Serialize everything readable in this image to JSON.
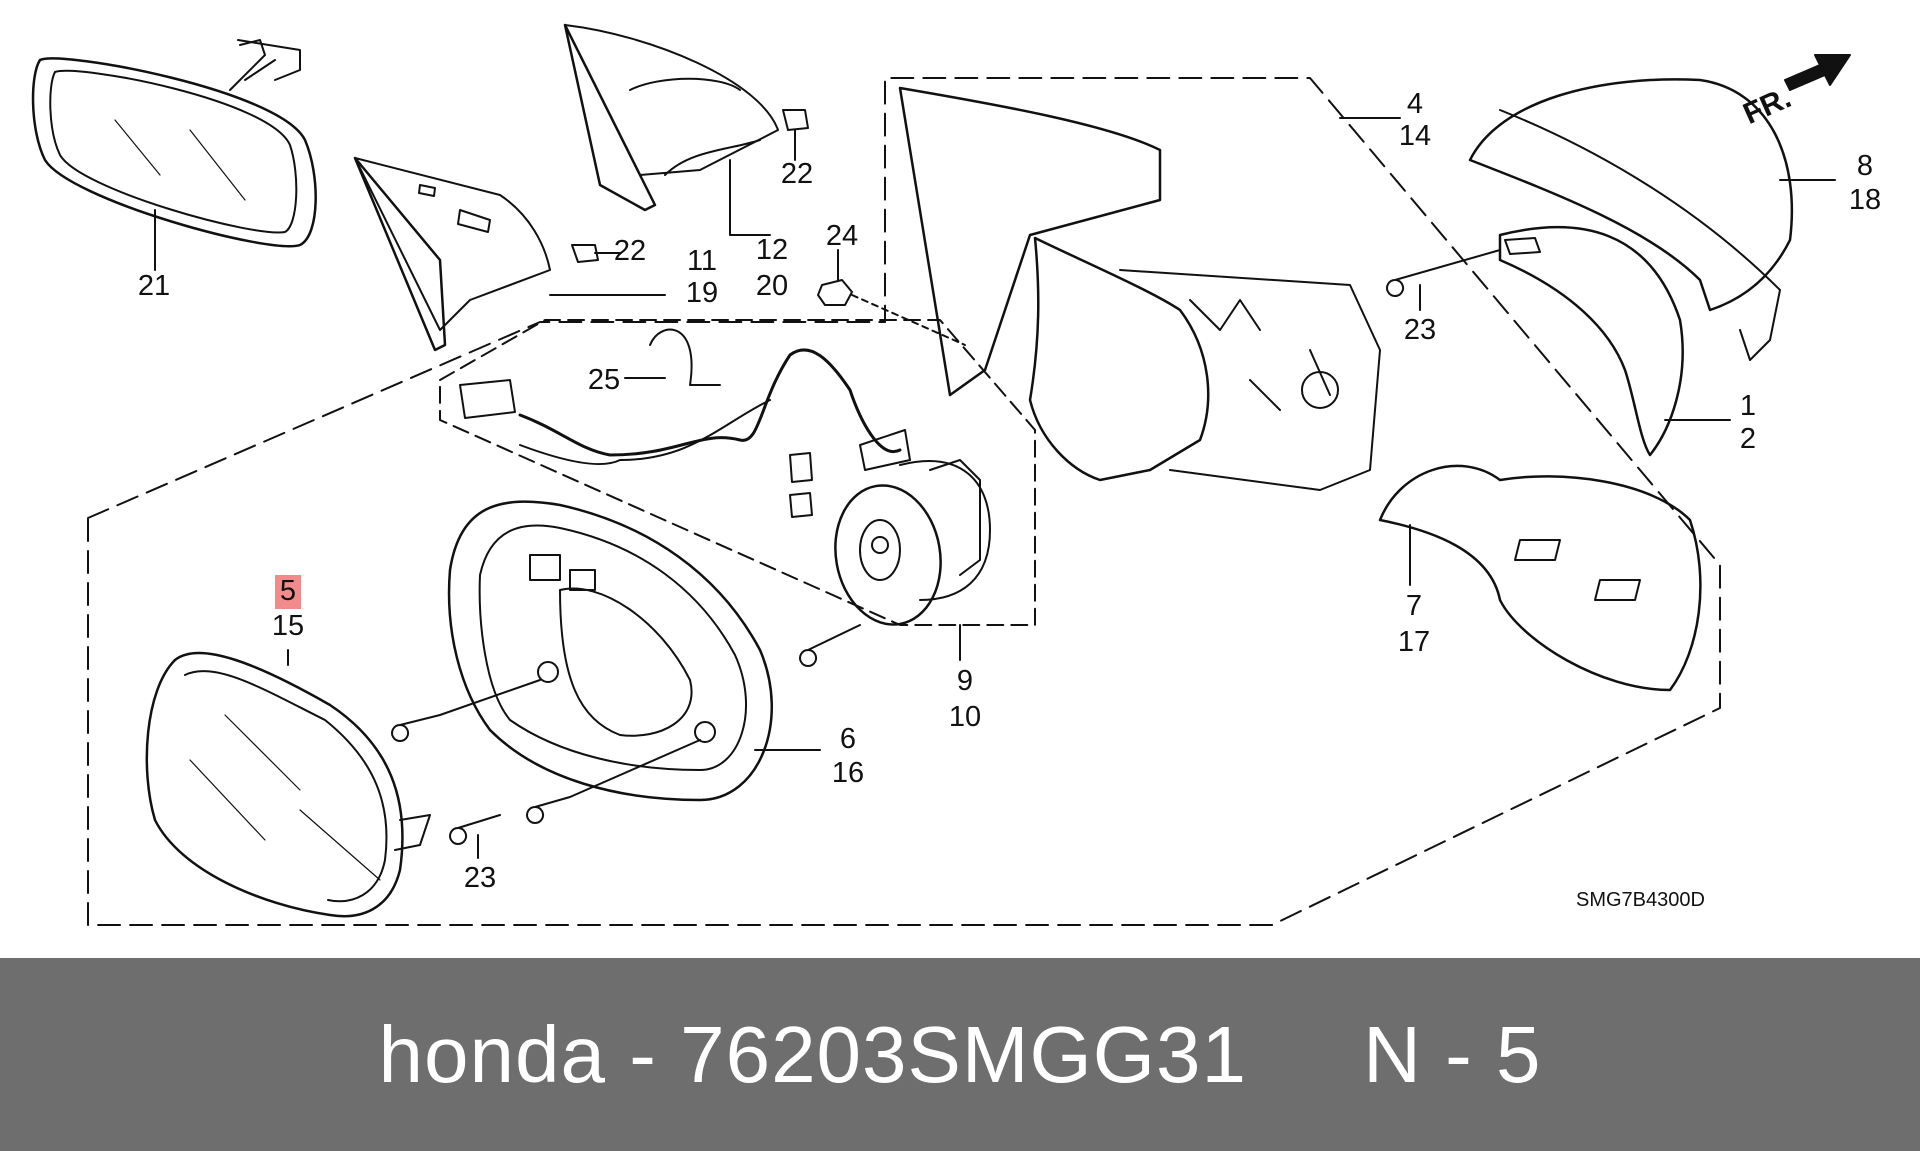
{
  "diagram": {
    "code": "SMG7B4300D",
    "front_arrow_label": "FR.",
    "highlighted_part": "5",
    "callouts": [
      {
        "id": "c-21",
        "text": "21"
      },
      {
        "id": "c-22a",
        "text": "22"
      },
      {
        "id": "c-12",
        "text": "12"
      },
      {
        "id": "c-20",
        "text": "20"
      },
      {
        "id": "c-22b",
        "text": "22"
      },
      {
        "id": "c-11",
        "text": "11"
      },
      {
        "id": "c-19",
        "text": "19"
      },
      {
        "id": "c-24",
        "text": "24"
      },
      {
        "id": "c-4",
        "text": "4"
      },
      {
        "id": "c-14",
        "text": "14"
      },
      {
        "id": "c-8",
        "text": "8"
      },
      {
        "id": "c-18",
        "text": "18"
      },
      {
        "id": "c-23a",
        "text": "23"
      },
      {
        "id": "c-1",
        "text": "1"
      },
      {
        "id": "c-2",
        "text": "2"
      },
      {
        "id": "c-25",
        "text": "25"
      },
      {
        "id": "c-7",
        "text": "7"
      },
      {
        "id": "c-17",
        "text": "17"
      },
      {
        "id": "c-5",
        "text": "5"
      },
      {
        "id": "c-15",
        "text": "15"
      },
      {
        "id": "c-9",
        "text": "9"
      },
      {
        "id": "c-10",
        "text": "10"
      },
      {
        "id": "c-6",
        "text": "6"
      },
      {
        "id": "c-16",
        "text": "16"
      },
      {
        "id": "c-23b",
        "text": "23"
      }
    ]
  },
  "caption": {
    "brand": "honda",
    "separator": " - ",
    "part_number": "76203SMGG31",
    "suffix": "N - 5"
  }
}
